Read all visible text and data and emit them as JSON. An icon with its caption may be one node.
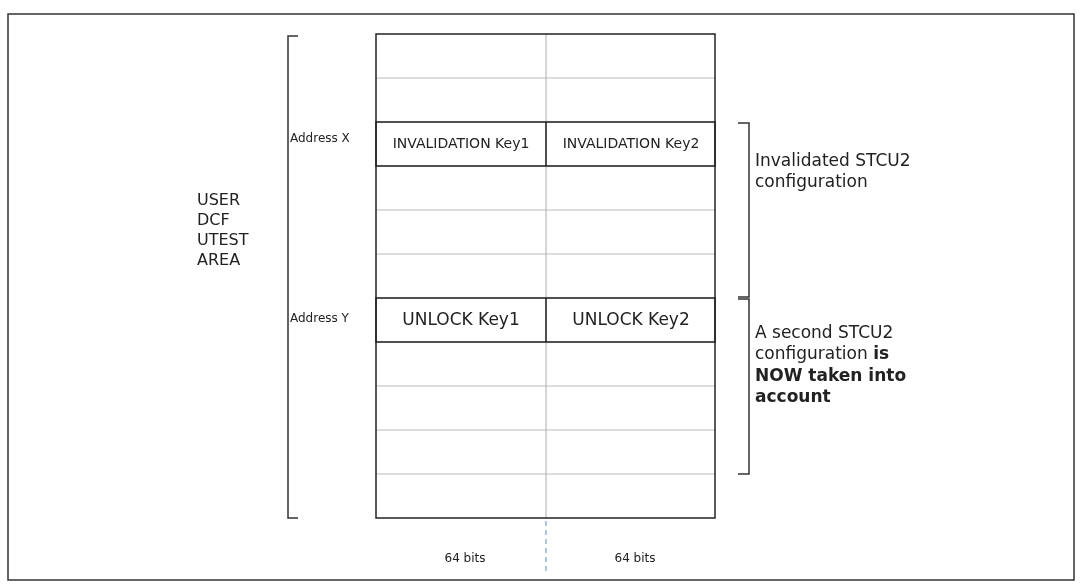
{
  "diagram": {
    "labels": [
      "USER DCF UTEST AREA",
      "Address X",
      "INVALIDATION Key1",
      "INVALIDATION Key2",
      "Invalidated STCU2 configuration",
      "Address Y",
      "UNLOCK Key1",
      "UNLOCK Key2",
      "A second STCU2 configuration **is NOW taken into account**",
      "64 bits",
      "64 bits"
    ]
  }
}
